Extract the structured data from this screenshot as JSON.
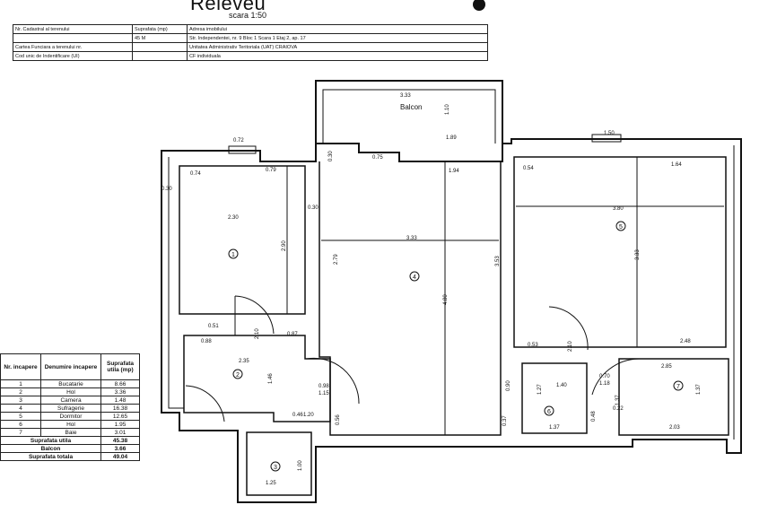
{
  "title": "Relevеu",
  "scale": "scara 1:50",
  "header_table": [
    [
      "Nr. Cadastral al terenului",
      "Suprafata (mp)",
      "Adresa imobilului"
    ],
    [
      "",
      "45 M",
      "Str. Independentei, nr. 9 Bloc 1 Scara 1 Etaj 2, ap. 17"
    ],
    [
      "Cartea Funciara a terenului nr.",
      "",
      "Unitatea Administrativ Teritoriala (UAT) CRAIOVA"
    ],
    [
      "Cod unic de Indentificare (UI)",
      "",
      "CF individuala"
    ]
  ],
  "dimensions": {
    "balcon_w": "3.33",
    "balcon_h": "1.10",
    "balcon_label": "Balcon",
    "balcon_1_89": "1.89",
    "d_072": "0.72",
    "d_1_50": "1.50",
    "d_030_a": "0.30",
    "d_030_b": "0.30",
    "d_030_c": "0.30",
    "d_075": "0.75",
    "d_074": "0.74",
    "d_079": "0.79",
    "d_230": "2.30",
    "d_290": "2.90",
    "d_094": "1.94",
    "d_333": "3.33",
    "d_279": "2.79",
    "d_480": "4.80",
    "d_353": "3.53",
    "d_054": "0.54",
    "d_164": "1.64",
    "d_380": "3.80",
    "d_333b": "3.33",
    "d_288": "0.88",
    "d_251": "0.51",
    "d_270": "2.10",
    "d_087": "0.87",
    "d_236": "2.35",
    "d_146": "1.46",
    "d_098": "0.98",
    "d_115": "1.15",
    "d_046": "0.46",
    "d_056": "0.56",
    "d_120": "1.20",
    "d_125": "1.25",
    "d_100": "1.00",
    "d_053": "0.53",
    "d_248": "2.48",
    "d_090": "0.90",
    "d_127": "1.27",
    "d_140": "1.40",
    "d_037": "0.37",
    "d_137": "1.37",
    "d_070": "0.70",
    "d_118": "1.18",
    "d_048": "0.48",
    "d_022": "0.22",
    "d_285": "2.85",
    "d_137b": "1.37",
    "d_203": "2.03",
    "d_137c": "1.37",
    "d_210": "2.10"
  },
  "room_numbers": [
    "1",
    "2",
    "3",
    "4",
    "5",
    "6",
    "7"
  ],
  "legend": {
    "headers": [
      "Nr. incapere",
      "Denumire incapere",
      "Suprafata utila (mp)"
    ],
    "rows": [
      [
        "1",
        "Bucatarie",
        "8.66"
      ],
      [
        "2",
        "Hol",
        "3.36"
      ],
      [
        "3",
        "Camera",
        "1.48"
      ],
      [
        "4",
        "Sufragerie",
        "16.38"
      ],
      [
        "5",
        "Dormitor",
        "12.65"
      ],
      [
        "6",
        "Hol",
        "1.95"
      ],
      [
        "7",
        "Baie",
        "3.01"
      ]
    ],
    "totals": [
      [
        "Suprafata utila",
        "45.38"
      ],
      [
        "Balcon",
        "3.66"
      ],
      [
        "Suprafata totala",
        "49.04"
      ]
    ]
  }
}
